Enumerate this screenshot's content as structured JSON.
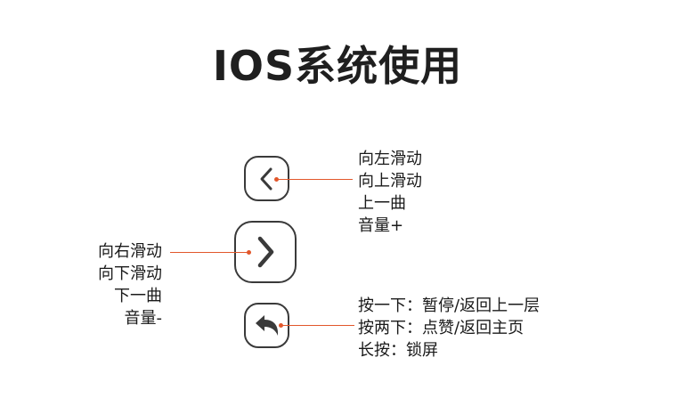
{
  "title": "IOS系统使用",
  "buttons": {
    "left": {
      "icon": "chevron-left-icon",
      "labels": [
        "向左滑动",
        "向上滑动",
        "上一曲",
        "音量+"
      ]
    },
    "right": {
      "icon": "chevron-right-icon",
      "labels": [
        "向右滑动",
        "向下滑动",
        "下一曲",
        "音量-"
      ]
    },
    "back": {
      "icon": "back-arrow-icon",
      "labels": [
        "按一下：暂停/返回上一层",
        "按两下：点赞/返回主页",
        "长按：锁屏"
      ]
    }
  },
  "colors": {
    "leader_line": "#e2572b",
    "button_border": "#3a3a3a",
    "text": "#1a1a1a"
  }
}
